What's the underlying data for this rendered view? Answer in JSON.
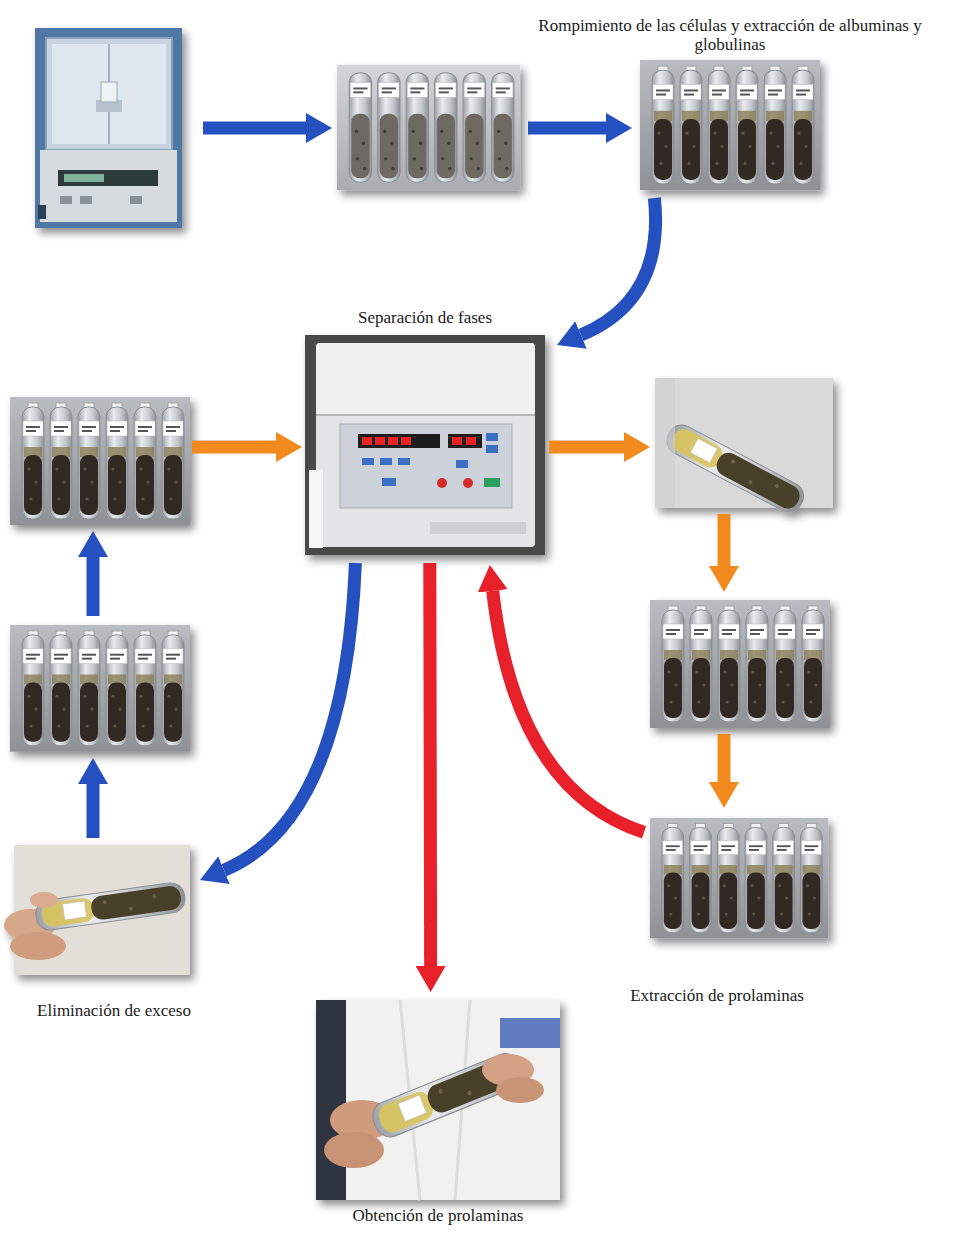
{
  "diagram": {
    "nodes": [
      {
        "text": [
          "Rompimiento de las células y extracción de albuminas y globulinas"
        ]
      },
      {
        "text": [
          "Separación de fases"
        ]
      },
      {
        "text": [
          "Eliminación de exceso"
        ]
      },
      {
        "text": [
          "Extracción de prolaminas"
        ]
      },
      {
        "text": [
          "Obtención de prolaminas"
        ]
      }
    ],
    "edges": [
      {
        "from": 0,
        "to": 1,
        "arrow": "to"
      },
      {
        "from": 1,
        "to": 2,
        "arrow": "to"
      },
      {
        "from": 3,
        "to": 1,
        "arrow": "to"
      },
      {
        "from": 1,
        "to": 4,
        "arrow": "to"
      }
    ]
  }
}
